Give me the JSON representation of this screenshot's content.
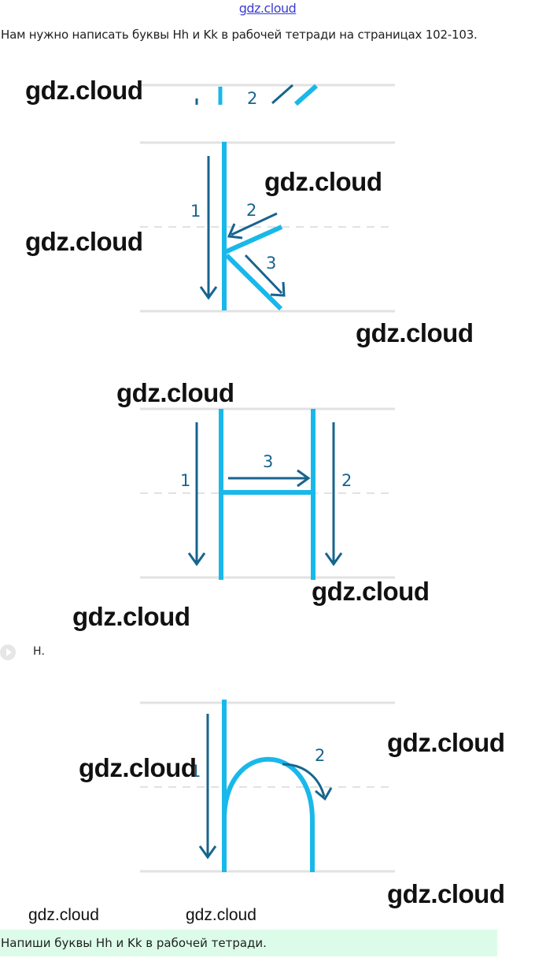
{
  "header": {
    "site_link": "gdz.cloud"
  },
  "intro": {
    "text": "Нам нужно написать буквы Hh и Kk в рабочей тетради на страницах 102-103."
  },
  "watermark": {
    "text": "gdz.cloud"
  },
  "figures": {
    "k_top_numbers": [
      "2"
    ],
    "k_numbers": [
      "1",
      "2",
      "3"
    ],
    "H_numbers": [
      "1",
      "3",
      "2"
    ],
    "h_numbers": [
      "1",
      "2"
    ]
  },
  "caption_h": "Н.",
  "task": {
    "text": "Напиши буквы Hh и Kk в рабочей тетради."
  },
  "colors": {
    "stroke": "#19b8ea",
    "arrow": "#17648f",
    "guide": "#e2e2e2",
    "link": "#3b3bd6",
    "task_bg": "#dcfce9"
  }
}
